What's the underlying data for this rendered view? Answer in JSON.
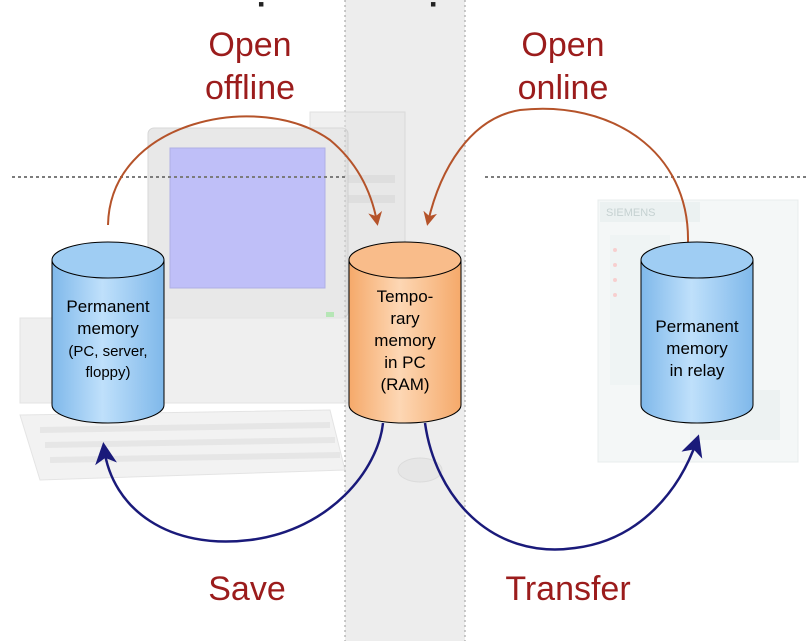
{
  "labels": {
    "open_offline_line1": "Open",
    "open_offline_line2": "offline",
    "open_online_line1": "Open",
    "open_online_line2": "online",
    "save": "Save",
    "transfer": "Transfer"
  },
  "cylinders": {
    "left": {
      "line1": "Permanent",
      "line2": "memory",
      "line3": "(PC, server,",
      "line4": "floppy)"
    },
    "center": {
      "line1": "Tempo-",
      "line2": "rary",
      "line3": "memory",
      "line4": "in PC",
      "line5": "(RAM)"
    },
    "right": {
      "line1": "Permanent",
      "line2": "memory",
      "line3": "in relay"
    }
  },
  "relay_brand": "SIEMENS",
  "colors": {
    "blue_cylinder": "#a9d3f5",
    "orange_cylinder": "#fbc79b",
    "label_red": "#9b1c1c",
    "arrow_brown": "#b5532a",
    "arrow_navy": "#1a1a7a",
    "screen_blue": "#8c8cf4"
  }
}
